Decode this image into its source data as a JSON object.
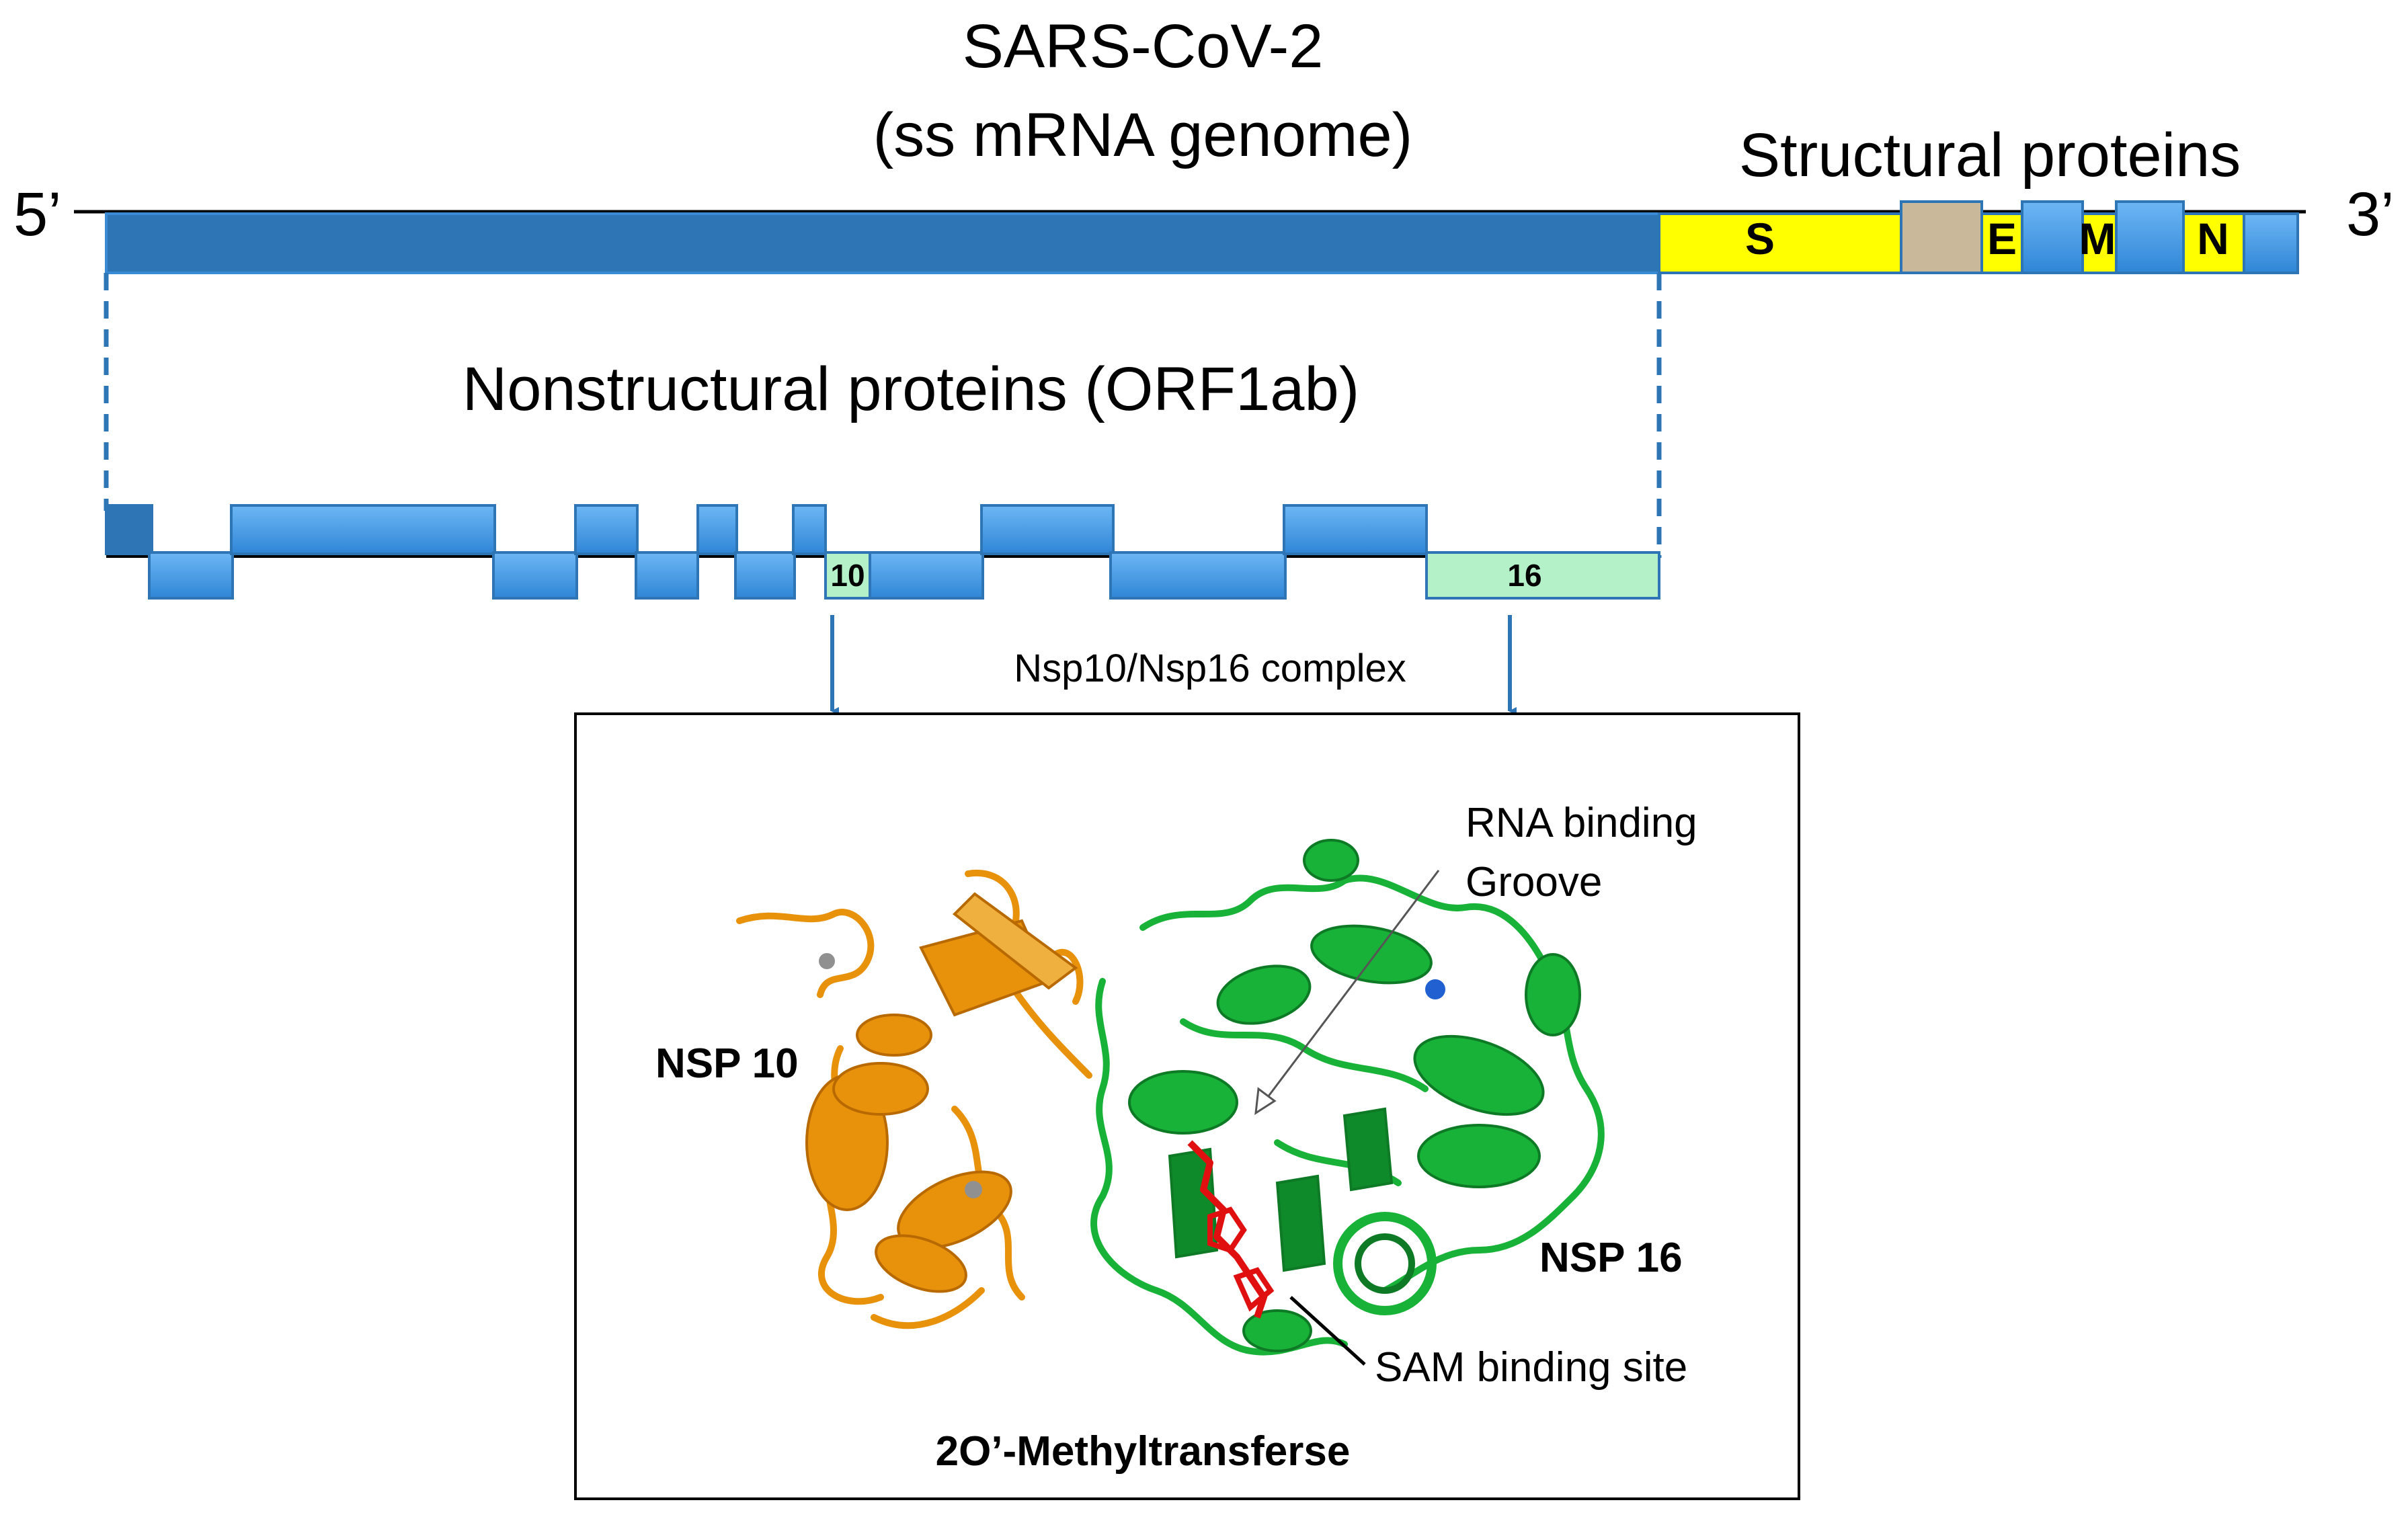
{
  "genome": {
    "title": "SARS-CoV-2",
    "subtitle": "(ss mRNA genome)",
    "five_prime": "5’",
    "three_prime": "3’",
    "structural_label": "Structural proteins",
    "nonstructural_label": "Nonstructural proteins (ORF1ab)",
    "structural_genes": [
      "S",
      "E",
      "M",
      "N"
    ]
  },
  "nsp": {
    "nsp10_label": "10",
    "nsp16_label": "16",
    "complex_label": "Nsp10/Nsp16 complex"
  },
  "structure_panel": {
    "nsp10_label": "NSP 10",
    "nsp16_label": "NSP 16",
    "rna_groove_line1": "RNA binding",
    "rna_groove_line2": "Groove",
    "sam_site_label": "SAM binding site",
    "enzyme_label": "2O’-Methyltransferse"
  },
  "colors": {
    "genome_blue": "#2e75b6",
    "nsp_blue": "#4a9ee8",
    "structural_yellow": "#ffff00",
    "accessory_tan": "#c9b99a",
    "nsp_highlight": "#b4f0c8",
    "nsp10_orange": "#e8920c",
    "nsp16_green": "#17b237",
    "sam_red": "#e01010"
  }
}
